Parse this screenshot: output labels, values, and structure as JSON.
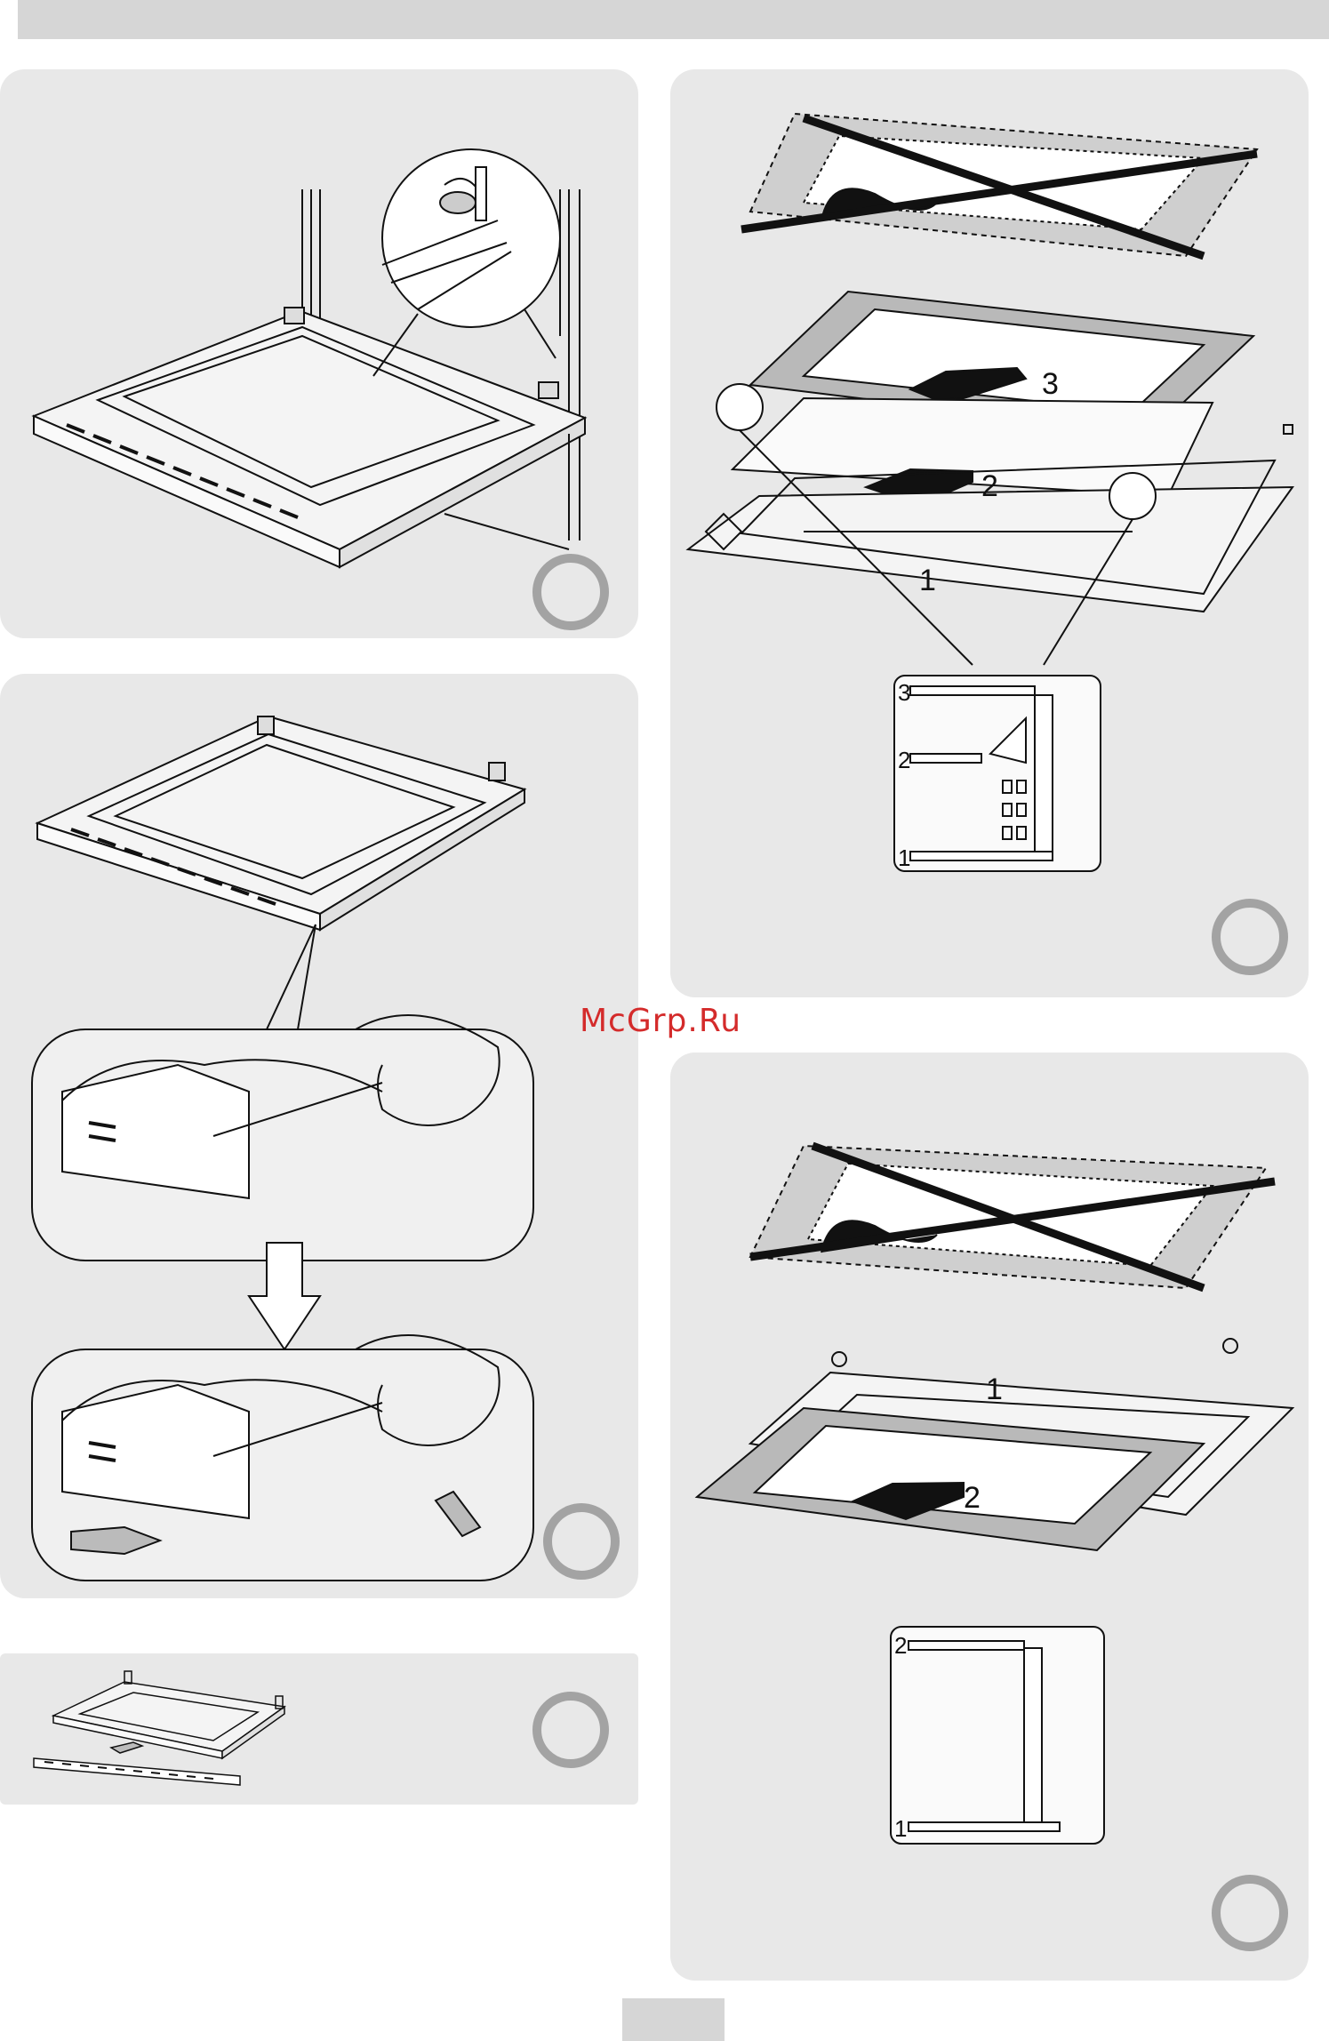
{
  "watermark": {
    "text": "McGrp.Ru"
  },
  "panels": {
    "p1": {
      "step_number": ""
    },
    "p2": {
      "step_number": ""
    },
    "p3": {
      "step_number": ""
    },
    "p4": {
      "step_number": "",
      "layer_labels": [
        "3",
        "2",
        "1"
      ],
      "detail_labels": [
        "3",
        "2",
        "1"
      ]
    },
    "p5": {
      "step_number": "",
      "layer_labels": [
        "1",
        "2"
      ],
      "detail_labels": [
        "2",
        "1"
      ]
    }
  },
  "colors": {
    "panel_bg": "#e8e8e8",
    "circle": "#a3a3a3",
    "watermark": "#d42b2b",
    "glass_frame": "#b9b9b9"
  }
}
